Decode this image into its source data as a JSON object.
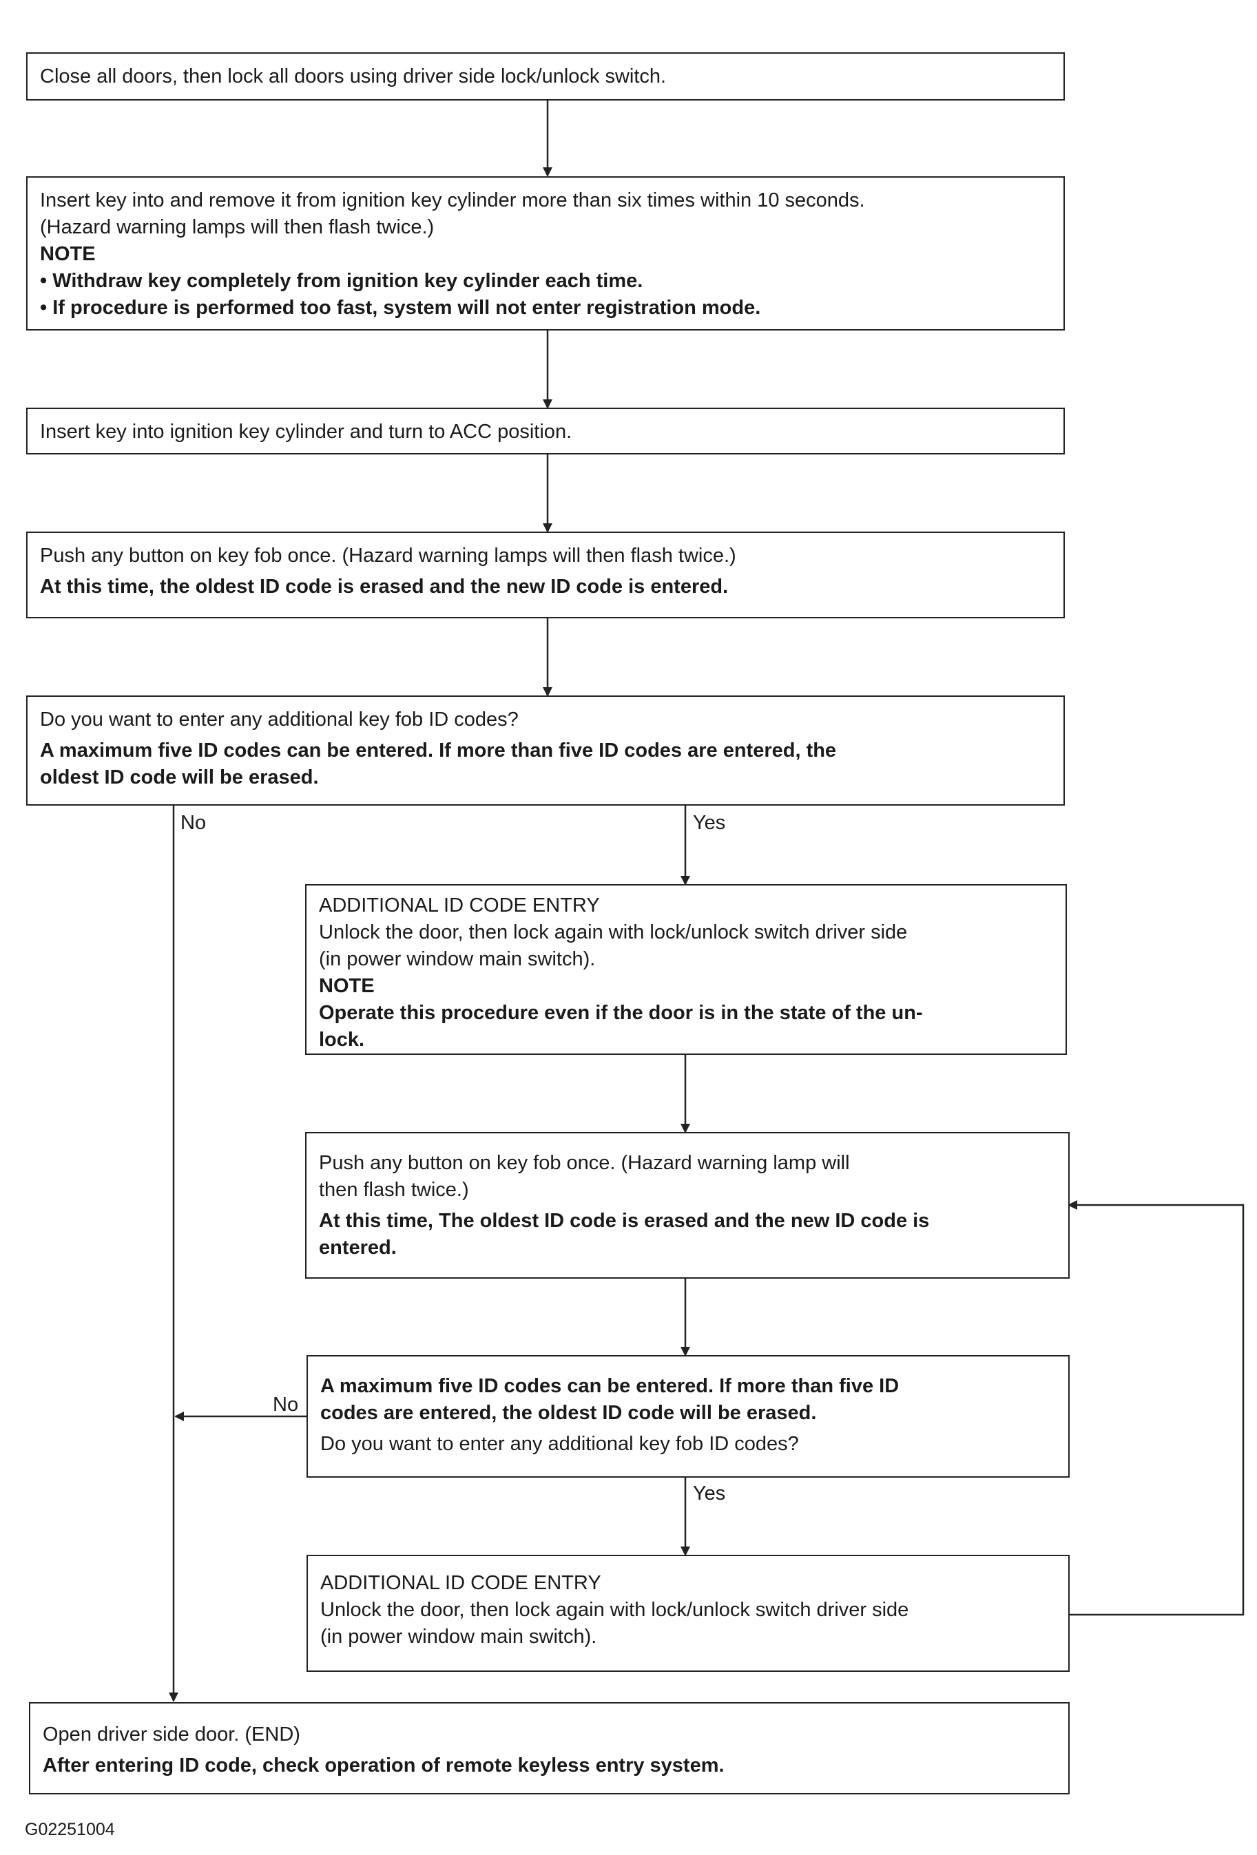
{
  "steps": {
    "s1": {
      "line1": "Close all doors, then lock all doors using driver side lock/unlock switch."
    },
    "s2": {
      "line1": "Insert key into and remove it from ignition key cylinder more than six times within 10 seconds.",
      "line2": "(Hazard warning lamps will then flash twice.)",
      "note_label": "NOTE",
      "bullet1": "• Withdraw key completely from ignition key cylinder each time.",
      "bullet2": "• If procedure is performed too fast, system will not enter registration mode."
    },
    "s3": {
      "line1": "Insert key into ignition key cylinder and turn to ACC position."
    },
    "s4": {
      "line1": "Push any button on key fob once. (Hazard warning lamps will then flash twice.)",
      "bold1": "At this time, the oldest ID code is erased and the new ID code is entered."
    },
    "s5": {
      "line1": "Do you want to enter any additional key fob ID codes?",
      "bold1": "A  maximum five ID codes can be entered. If more than five ID codes are entered, the",
      "bold2": "oldest ID code will be erased."
    },
    "s6": {
      "title": "ADDITIONAL ID CODE ENTRY",
      "line1": "Unlock the door, then lock again with lock/unlock switch driver side",
      "line2": "(in power window main switch).",
      "note_label": "NOTE",
      "bold1": "Operate this procedure even if the door is in the state of the un-",
      "bold2": "lock."
    },
    "s7": {
      "line1": "Push any button on key fob once. (Hazard warning lamp will",
      "line2": "then flash twice.)",
      "bold1": "At this time, The oldest ID code is erased and the new ID code is",
      "bold2": "entered."
    },
    "s8": {
      "bold1": "A  maximum five ID codes can be entered. If more than five ID",
      "bold2": "codes are entered, the oldest ID code will be erased.",
      "line1": "Do you want to enter any additional key fob ID codes?"
    },
    "s9": {
      "title": "ADDITIONAL ID CODE ENTRY",
      "line1": "Unlock the door, then lock again with lock/unlock switch driver side",
      "line2": "(in power window main switch)."
    },
    "s10": {
      "line1": "Open driver side door. (END)",
      "bold1": "After entering ID code, check operation of remote keyless entry system."
    }
  },
  "branch_labels": {
    "no_1": "No",
    "yes_1": "Yes",
    "no_2": "No",
    "yes_2": "Yes"
  },
  "figure_id": "G02251004"
}
